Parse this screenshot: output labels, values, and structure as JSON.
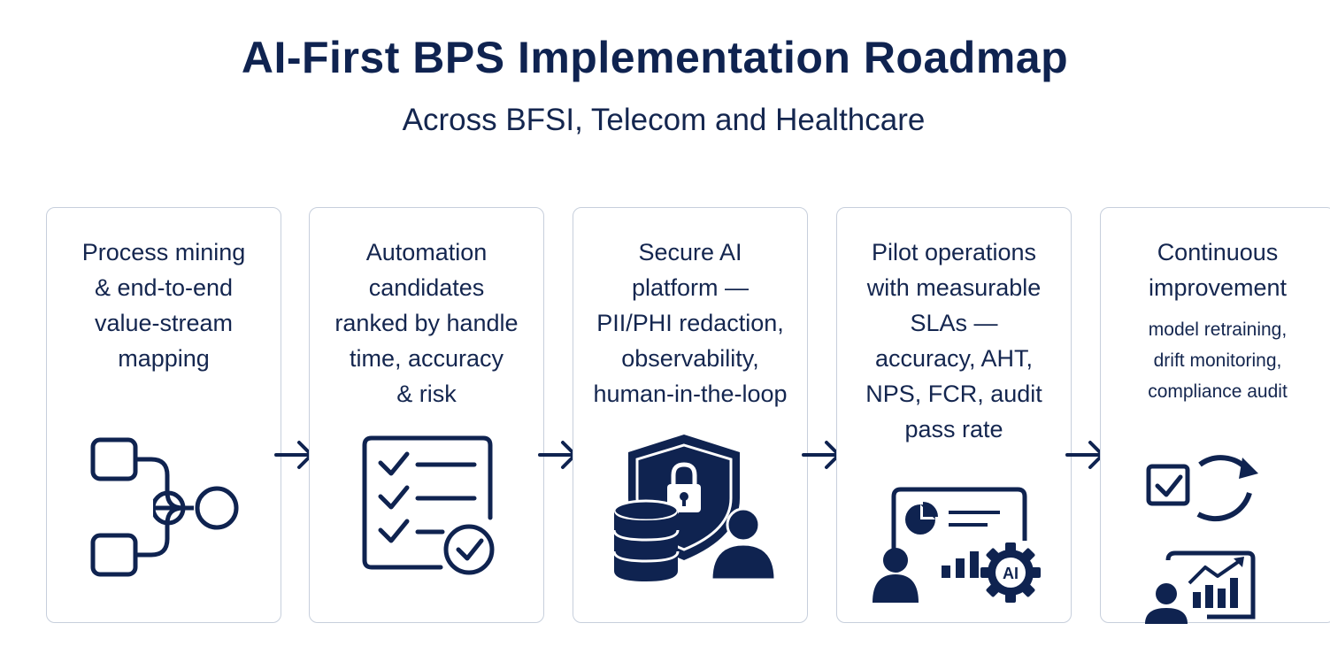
{
  "title": "AI-First BPS Implementation Roadmap",
  "subtitle": "Across BFSI, Telecom and Healthcare",
  "colors": {
    "primary": "#0f2350",
    "text": "#14264f",
    "border": "#c7cfdc",
    "background": "#ffffff"
  },
  "steps": [
    {
      "lines": [
        "Process mining",
        "& end-to-end",
        "value-stream",
        "mapping"
      ],
      "sublines": [],
      "icon": "process-flow-icon"
    },
    {
      "lines": [
        "Automation",
        "candidates",
        "ranked by handle",
        "time, accuracy",
        "& risk"
      ],
      "sublines": [],
      "icon": "checklist-icon"
    },
    {
      "lines": [
        "Secure AI",
        "platform —",
        "PII/PHI redaction,",
        "observability,",
        "human-in-the-loop"
      ],
      "sublines": [],
      "icon": "secure-platform-icon"
    },
    {
      "lines": [
        "Pilot operations",
        "with measurable",
        "SLAs —",
        "accuracy, AHT,",
        "NPS, FCR, audit",
        "pass rate"
      ],
      "sublines": [],
      "icon": "dashboard-ai-icon"
    },
    {
      "lines": [
        "Continuous",
        "improvement"
      ],
      "sublines": [
        "model retraining,",
        "drift monitoring,",
        "compliance audit"
      ],
      "icon": "continuous-improvement-icon"
    }
  ]
}
